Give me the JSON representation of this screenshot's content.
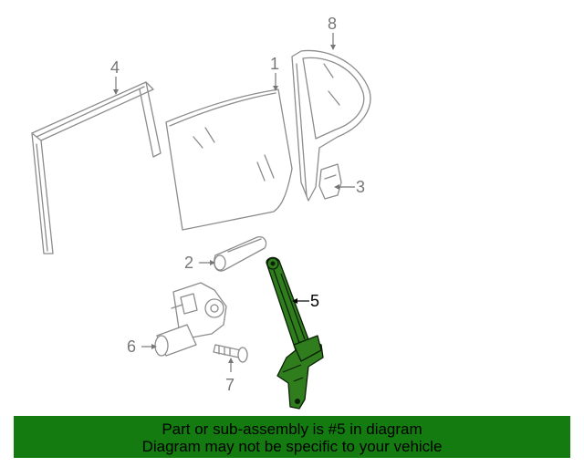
{
  "callouts": {
    "c1": "1",
    "c2": "2",
    "c3": "3",
    "c4": "4",
    "c5": "5",
    "c6": "6",
    "c7": "7",
    "c8": "8"
  },
  "highlighted_part": "5",
  "banner": {
    "line1": "Part or sub-assembly is #5 in diagram",
    "line2": "Diagram may not be specific to your vehicle"
  },
  "colors": {
    "highlight": "#2f7d1c",
    "banner_bg": "#147b11",
    "ghost_outline": "#8c8c8c"
  }
}
